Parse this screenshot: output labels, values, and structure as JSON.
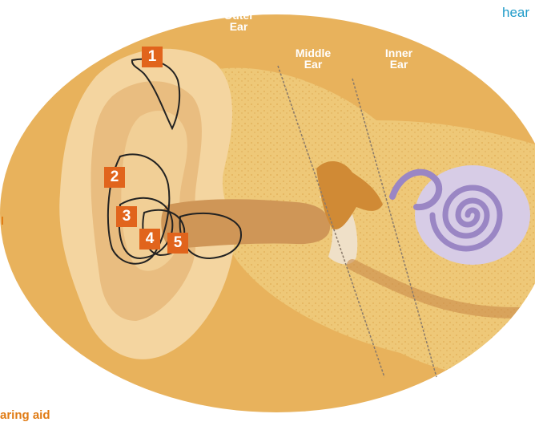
{
  "colors": {
    "background": "#ffffff",
    "oval": "#e8b25c",
    "skin": "#f4d5a0",
    "skin_shadow": "#e3b77a",
    "bone": "#eec878",
    "canal": "#cf9657",
    "cochlea": "#9a86c4",
    "badge": "#e1641c",
    "accent_text": "#1f9bc9",
    "orange_text": "#e07b14",
    "label_text": "#ffffff"
  },
  "header_fragment": "hear",
  "side_fragment": "l",
  "footer_fragment": "aring aid",
  "regions": {
    "outer": {
      "line1": "Outer",
      "line2": "Ear"
    },
    "middle": {
      "line1": "Middle",
      "line2": "Ear"
    },
    "inner": {
      "line1": "Inner",
      "line2": "Ear"
    }
  },
  "markers": [
    "1",
    "2",
    "3",
    "4",
    "5"
  ],
  "icons": {
    "cochlea": "spiral-icon"
  }
}
